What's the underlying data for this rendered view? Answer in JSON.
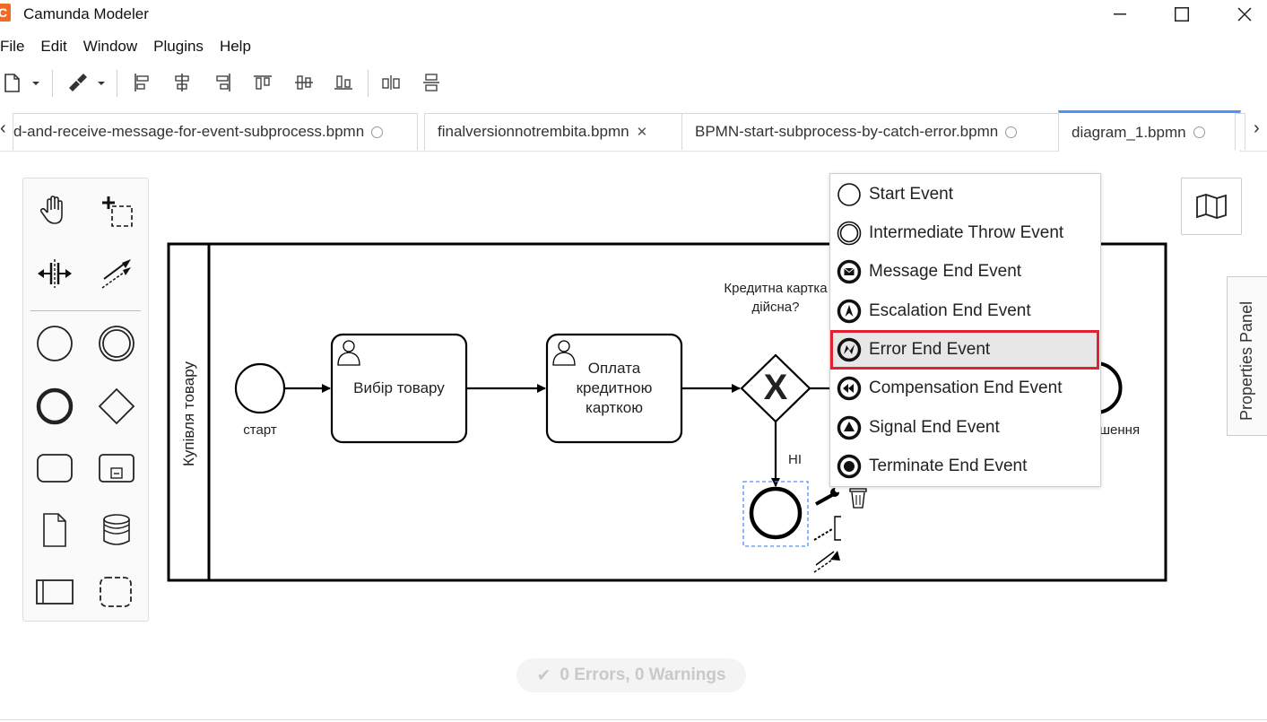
{
  "app": {
    "logo_letter": "C",
    "title": "Camunda Modeler"
  },
  "window_controls": {
    "minimize": "—",
    "maximize": "☐",
    "close": "✕"
  },
  "menu": [
    "File",
    "Edit",
    "Window",
    "Plugins",
    "Help"
  ],
  "tabs": [
    {
      "label": "d-and-receive-message-for-event-subprocess.bpmn",
      "state": "clean",
      "active": false
    },
    {
      "label": "finalversionnotrembita.bpmn",
      "state": "close",
      "active": false
    },
    {
      "label": "BPMN-start-subprocess-by-catch-error.bpmn",
      "state": "clean",
      "active": false
    },
    {
      "label": "diagram_1.bpmn",
      "state": "clean",
      "active": true
    }
  ],
  "tab_scroll": {
    "left": "‹",
    "right": "›"
  },
  "diagram": {
    "lane_label": "Купівля товару",
    "start_event_label": "старт",
    "task1_label": "Вибір товару",
    "task2_label": "Оплата кредитною карткою",
    "gateway_label": "Кредитна картка дійсна?",
    "gateway_symbol": "X",
    "flow_no_label": "НІ",
    "end_event_label_partial": "шення"
  },
  "replace_menu": {
    "items": [
      {
        "label": "Start Event",
        "icon": "start-event-icon"
      },
      {
        "label": "Intermediate Throw Event",
        "icon": "intermediate-throw-event-icon"
      },
      {
        "label": "Message End Event",
        "icon": "message-end-event-icon"
      },
      {
        "label": "Escalation End Event",
        "icon": "escalation-end-event-icon"
      },
      {
        "label": "Error End Event",
        "icon": "error-end-event-icon",
        "highlighted": true
      },
      {
        "label": "Compensation End Event",
        "icon": "compensation-end-event-icon"
      },
      {
        "label": "Signal End Event",
        "icon": "signal-end-event-icon"
      },
      {
        "label": "Terminate End Event",
        "icon": "terminate-end-event-icon"
      }
    ],
    "highlight_color": "#e02131"
  },
  "properties_panel": {
    "label": "Properties Panel"
  },
  "status_bar": {
    "check": "✔",
    "text": "0 Errors, 0 Warnings"
  },
  "colors": {
    "accent_tab": "#4d90fe",
    "selection": "#4d90fe",
    "logo": "#f26b21"
  }
}
